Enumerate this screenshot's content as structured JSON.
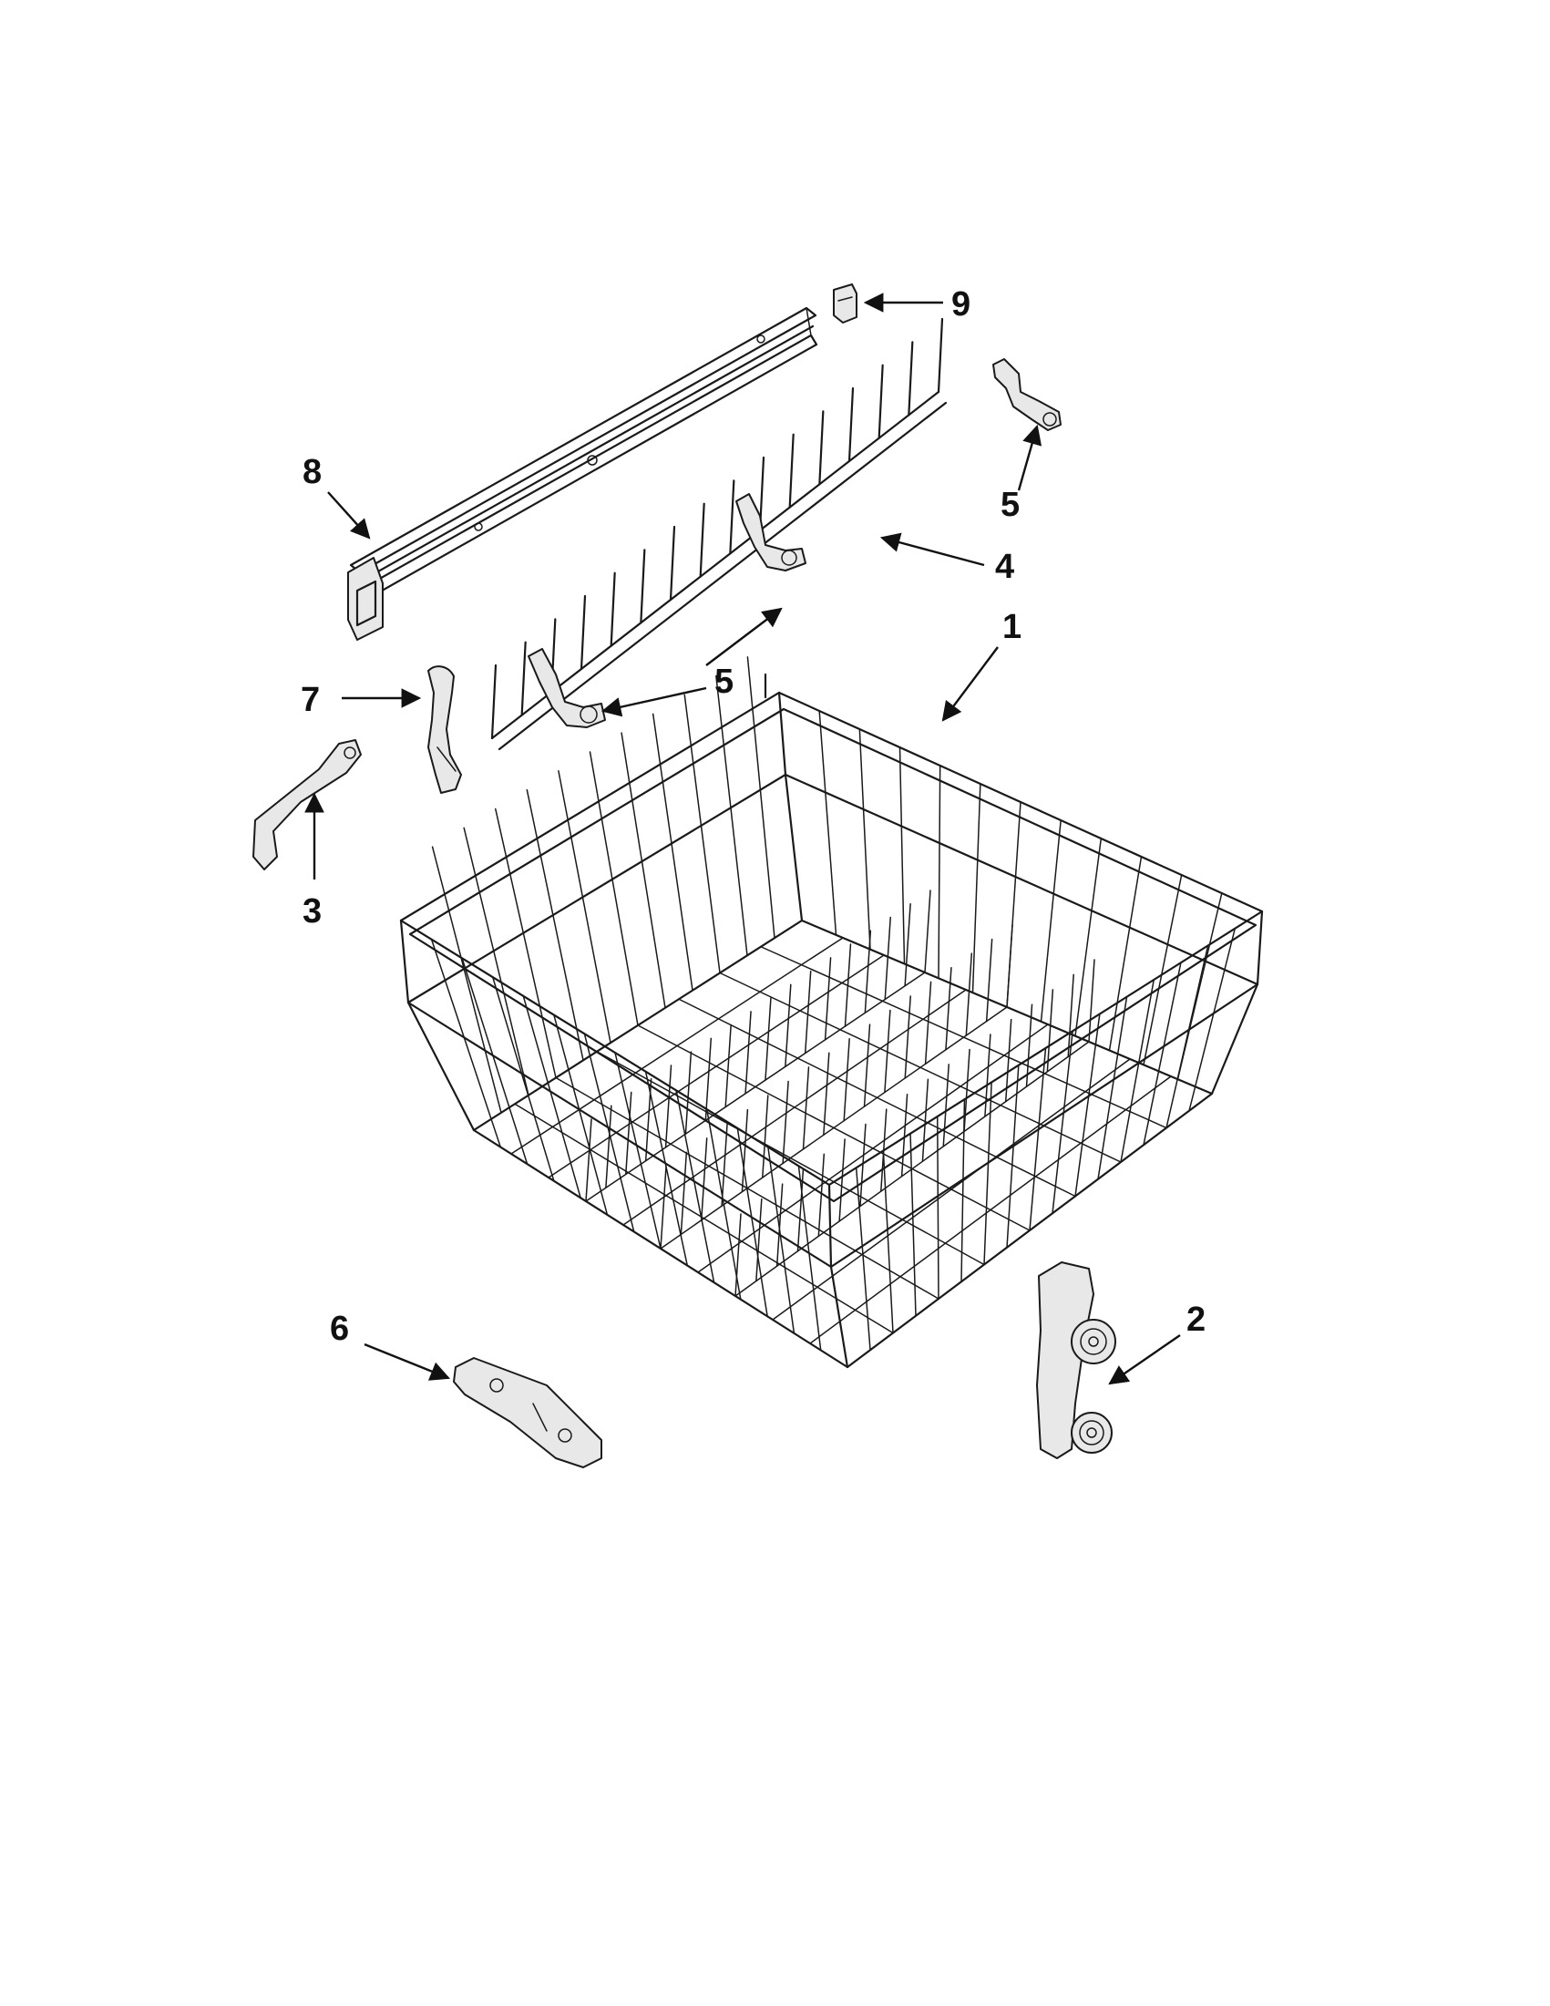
{
  "callouts": [
    {
      "id": "1",
      "label": "1"
    },
    {
      "id": "2",
      "label": "2"
    },
    {
      "id": "3",
      "label": "3"
    },
    {
      "id": "4",
      "label": "4"
    },
    {
      "id": "5a",
      "label": "5"
    },
    {
      "id": "5b",
      "label": "5"
    },
    {
      "id": "6",
      "label": "6"
    },
    {
      "id": "7",
      "label": "7"
    },
    {
      "id": "8",
      "label": "8"
    },
    {
      "id": "9",
      "label": "9"
    }
  ],
  "colors": {
    "line": "#1a1a1a",
    "background": "#ffffff"
  }
}
